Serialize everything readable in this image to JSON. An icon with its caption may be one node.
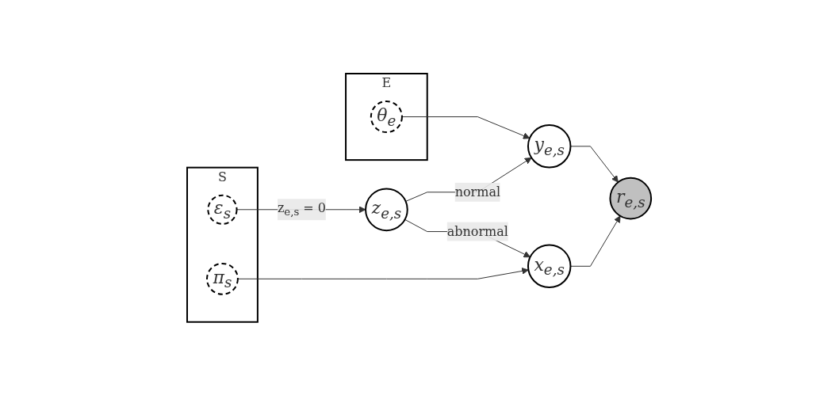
{
  "diagram": {
    "nodes": [
      {
        "text": [
          "S"
        ]
      },
      {
        "text": [
          "E"
        ]
      },
      {
        "text": [
          "z$_{e,s}$"
        ]
      },
      {
        "text": [
          "ε$_{s}$"
        ],
        "in": 0
      },
      {
        "text": [
          "θ$_{e}$"
        ],
        "in": 1
      },
      {
        "text": [
          "y$_{e,s}$"
        ]
      },
      {
        "text": [
          "r$_{e,s}$"
        ]
      },
      {
        "text": [
          "x$_{e,s}$"
        ]
      },
      {
        "text": [
          "π$_{s}$"
        ],
        "in": 0
      }
    ],
    "edges": [
      {
        "from": 3,
        "to": 2,
        "arrow": "to",
        "label": "z$_{e,s}$ = 0"
      },
      {
        "from": 2,
        "to": 5,
        "arrow": "to",
        "label": "normal"
      },
      {
        "from": 2,
        "to": 7,
        "arrow": "to",
        "label": "abnormal"
      },
      {
        "from": 4,
        "to": 5,
        "arrow": "to"
      },
      {
        "from": 5,
        "to": 6,
        "arrow": "to"
      },
      {
        "from": 7,
        "to": 6,
        "arrow": "to"
      },
      {
        "from": 8,
        "to": 7,
        "arrow": "to"
      }
    ]
  }
}
